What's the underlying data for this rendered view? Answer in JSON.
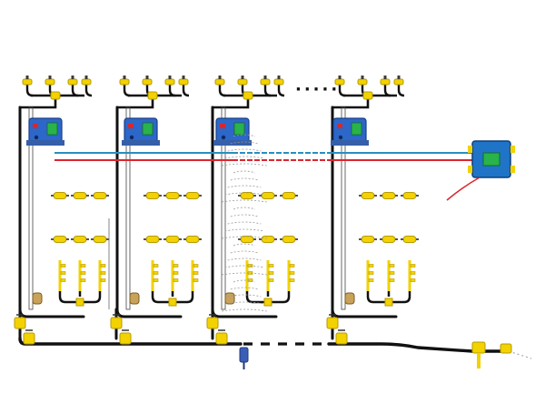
{
  "diagram": {
    "units": [
      {
        "id": "unit-1"
      },
      {
        "id": "unit-2"
      },
      {
        "id": "unit-3"
      },
      {
        "id": "unit-4"
      }
    ],
    "continuation_marks": [
      "·····",
      "- - - -"
    ],
    "colors": {
      "pipe": "#111111",
      "fitting": "#f2d200",
      "fitting_edge": "#b89a00",
      "controller": "#2c67c9",
      "controller_dark": "#1b3f86",
      "screen": "#29b34a",
      "signal_blue": "#2a8ec0",
      "signal_red": "#d9262d",
      "main_box": "#1f74c8",
      "valve_blue": "#3a5db5",
      "spray": "#9a9a9a"
    },
    "icons": [
      "controller-box-icon",
      "junction-box-icon",
      "nozzle-icon",
      "valve-icon",
      "filter-icon"
    ]
  }
}
